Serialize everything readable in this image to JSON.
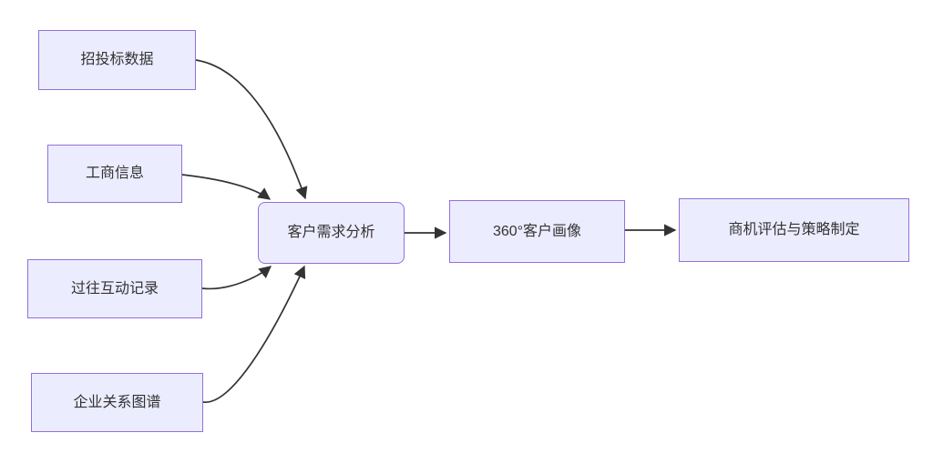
{
  "diagram": {
    "type": "flowchart",
    "direction": "left-to-right",
    "nodes": [
      {
        "id": "bidding",
        "label": "招投标数据",
        "shape": "rect"
      },
      {
        "id": "business",
        "label": "工商信息",
        "shape": "rect"
      },
      {
        "id": "interactions",
        "label": "过往互动记录",
        "shape": "rect"
      },
      {
        "id": "relations",
        "label": "企业关系图谱",
        "shape": "rect"
      },
      {
        "id": "analysis",
        "label": "客户需求分析",
        "shape": "rounded"
      },
      {
        "id": "profile",
        "label": "360°客户画像",
        "shape": "rect"
      },
      {
        "id": "strategy",
        "label": "商机评估与策略制定",
        "shape": "rect"
      }
    ],
    "edges": [
      {
        "from": "bidding",
        "to": "analysis"
      },
      {
        "from": "business",
        "to": "analysis"
      },
      {
        "from": "interactions",
        "to": "analysis"
      },
      {
        "from": "relations",
        "to": "analysis"
      },
      {
        "from": "analysis",
        "to": "profile"
      },
      {
        "from": "profile",
        "to": "strategy"
      }
    ],
    "colors": {
      "node_fill": "#ECECFF",
      "node_border": "#9370DB",
      "edge": "#333333",
      "text": "#333333",
      "background": "#FFFFFF"
    }
  }
}
